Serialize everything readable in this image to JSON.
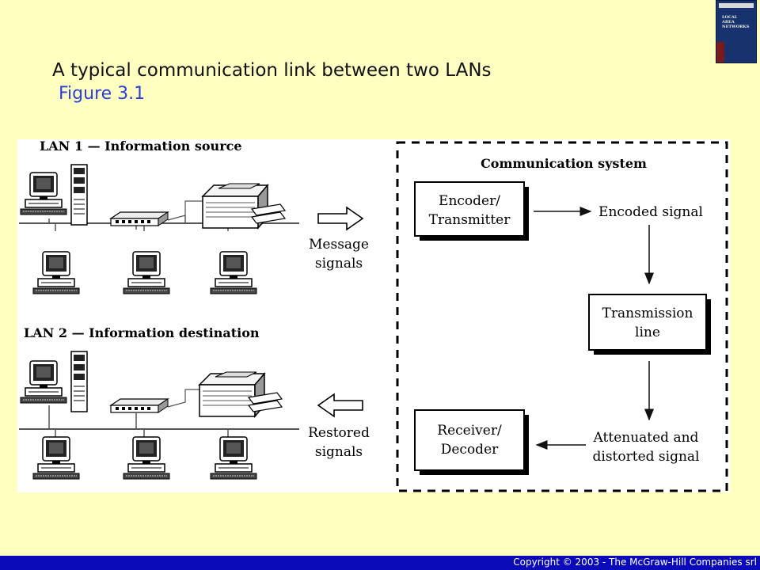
{
  "header": {
    "title": "A typical communication link between two LANs",
    "subtitle": "Figure 3.1"
  },
  "book_cover": {
    "title_lines": [
      "LOCAL",
      "AREA",
      "NETWORKS"
    ]
  },
  "diagram": {
    "lan1_label": "LAN 1 — Information source",
    "lan2_label": "LAN 2 — Information destination",
    "message_signals": [
      "Message",
      "signals"
    ],
    "restored_signals": [
      "Restored",
      "signals"
    ],
    "communication_system_label": "Communication system",
    "encoder": [
      "Encoder/",
      "Transmitter"
    ],
    "encoded_signal": "Encoded signal",
    "transmission_line": [
      "Transmission",
      "line"
    ],
    "attenuated": [
      "Attenuated and",
      "distorted signal"
    ],
    "receiver": [
      "Receiver/",
      "Decoder"
    ]
  },
  "footer": {
    "copyright": "Copyright © 2003 - The McGraw-Hill Companies srl"
  }
}
